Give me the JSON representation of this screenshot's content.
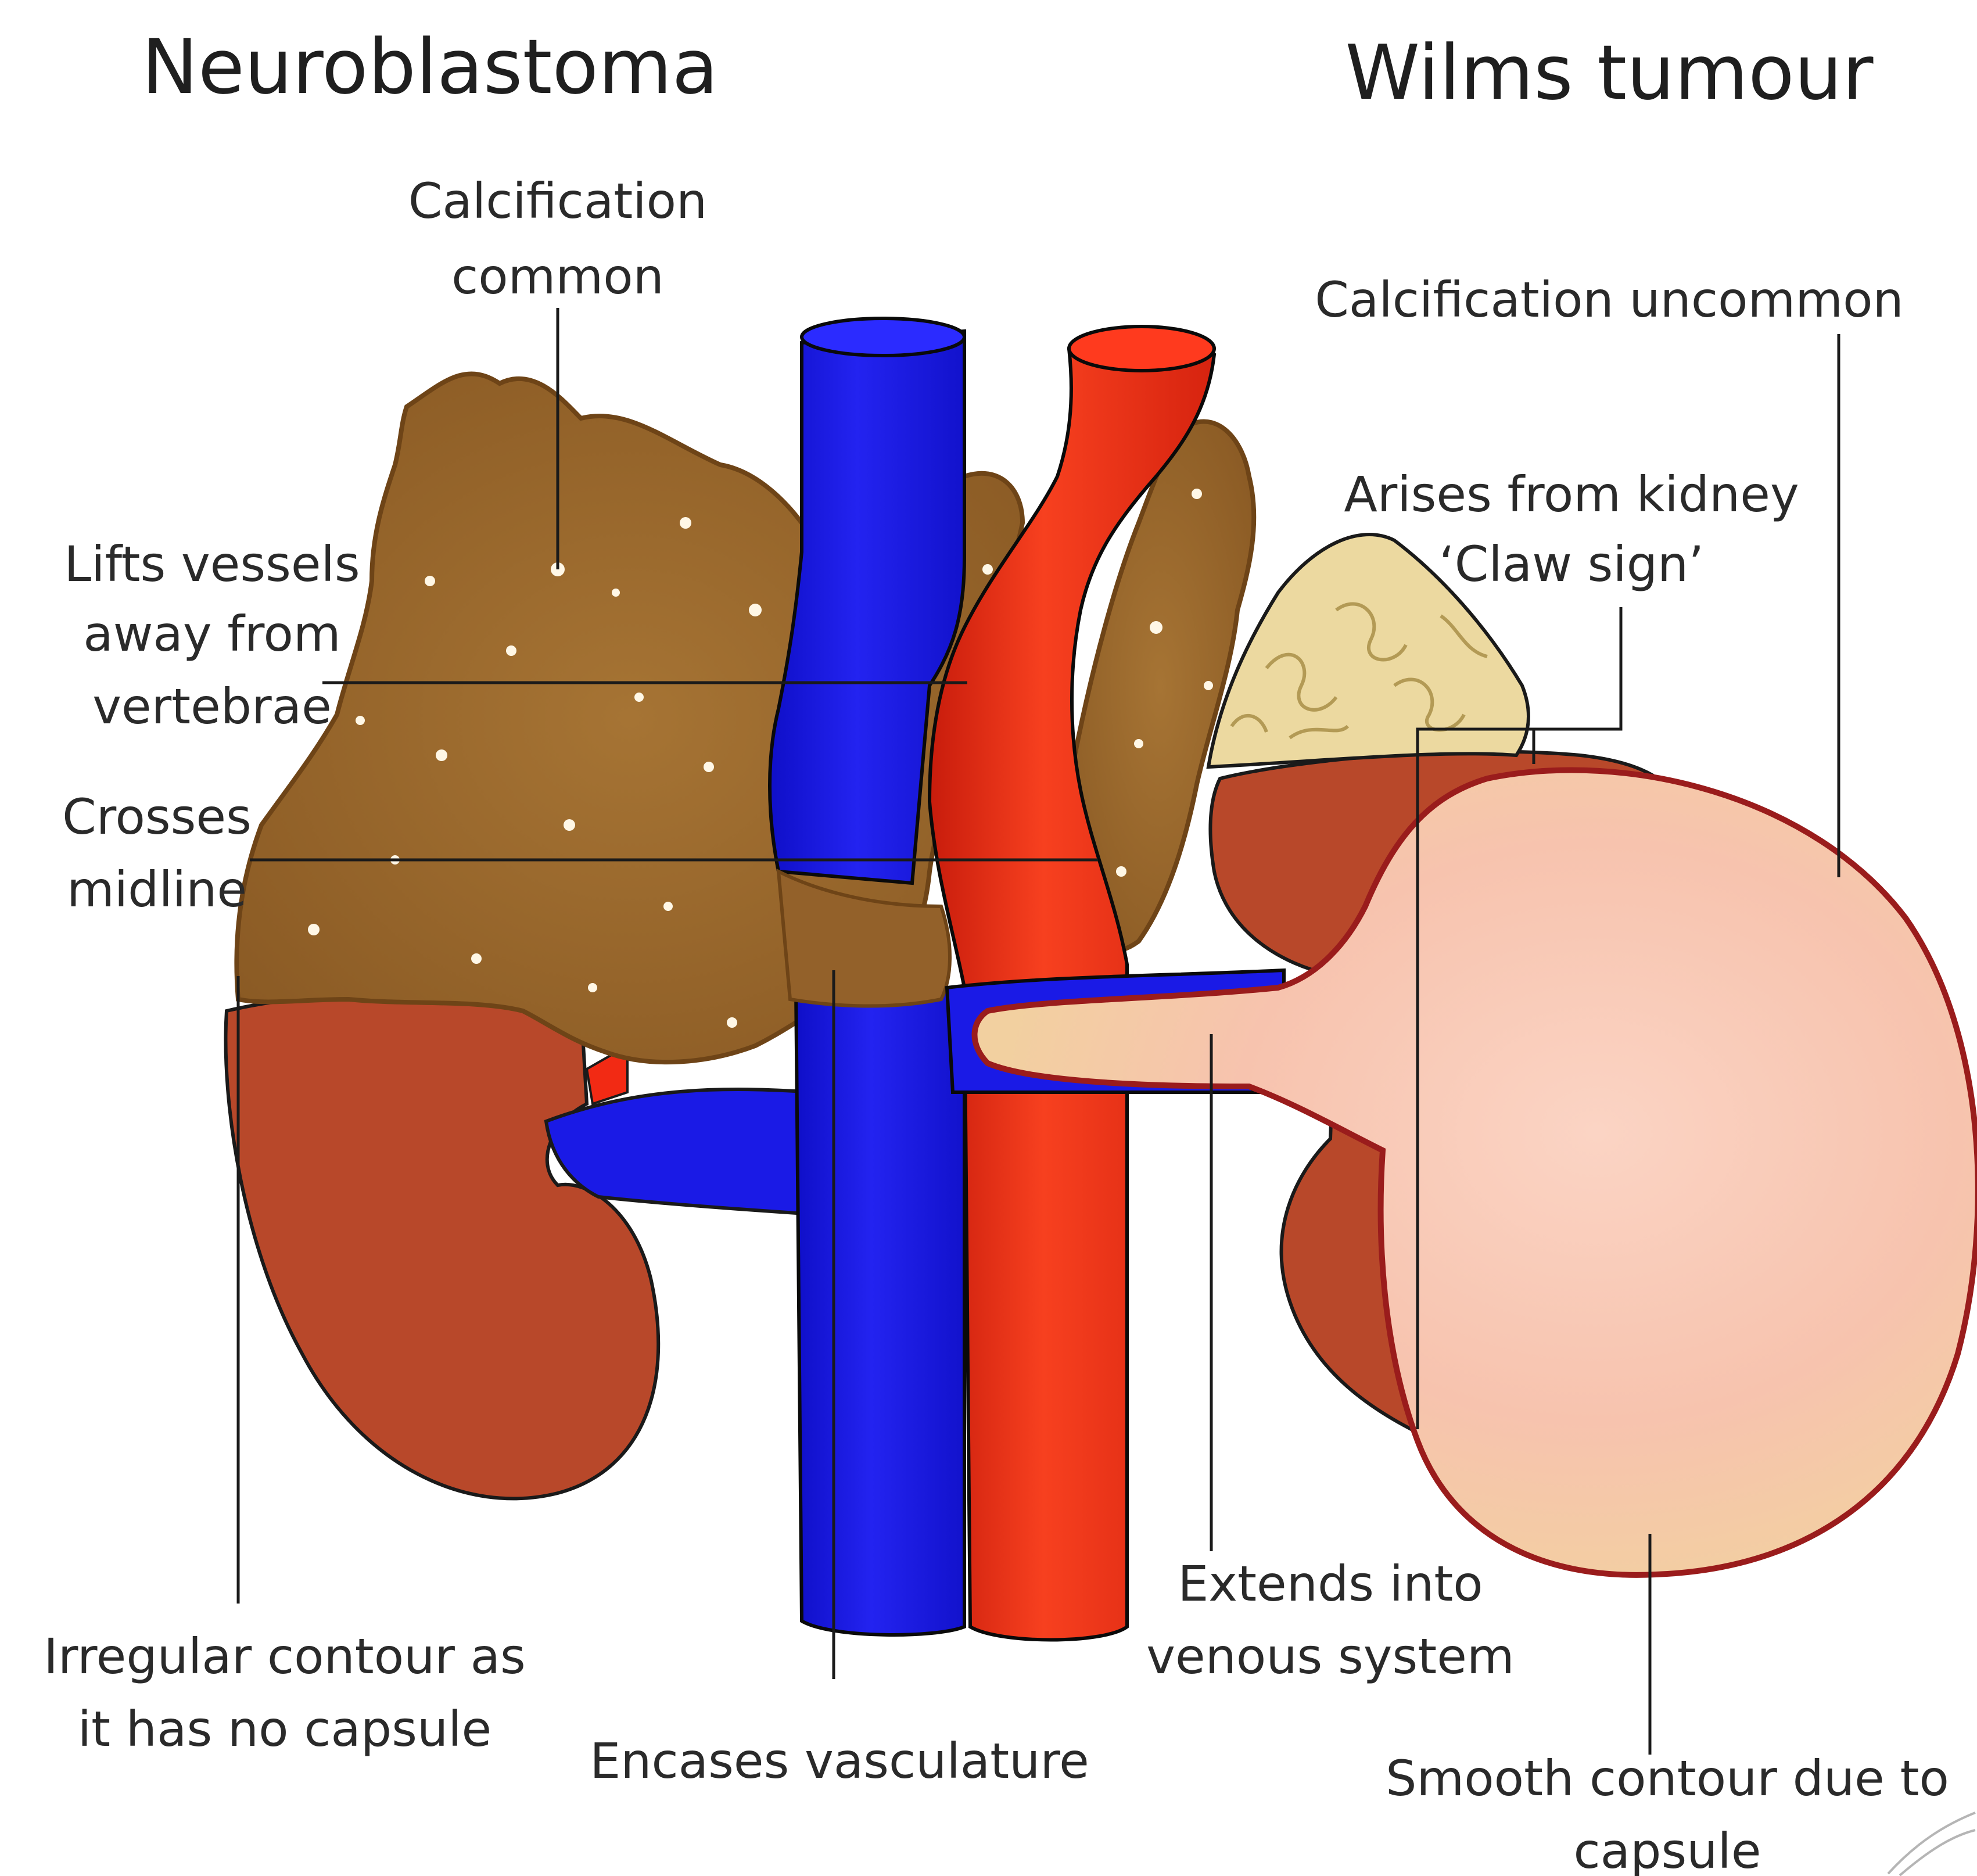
{
  "headings": {
    "left": "Neuroblastoma",
    "right": "Wilms tumour"
  },
  "labels": {
    "calcification_common": [
      "Calcification",
      "common"
    ],
    "calcification_uncommon": [
      "Calcification uncommon"
    ],
    "lifts_vessels": [
      "Lifts vessels",
      "away from",
      "vertebrae"
    ],
    "crosses_midline": [
      "Crosses",
      "midline"
    ],
    "arises_from_kidney": [
      "Arises from kidney",
      "‘Claw sign’"
    ],
    "irregular_contour": [
      "Irregular contour as",
      "it has no capsule"
    ],
    "encases_vasculature": [
      "Encases vasculature"
    ],
    "extends_venous": [
      "Extends into",
      "venous system"
    ],
    "smooth_contour": [
      "Smooth contour due to",
      "capsule"
    ]
  },
  "colors": {
    "vein_blue": "#1a1ae6",
    "artery_red": "#f22a14",
    "kidney_brown": "#b8482a",
    "neuroblastoma_tan": "#9c6a2e",
    "adrenal_cream": "#ecd9a0",
    "wilms_pink": "#f8c8b4",
    "capsule_red": "#9a1c1c"
  }
}
